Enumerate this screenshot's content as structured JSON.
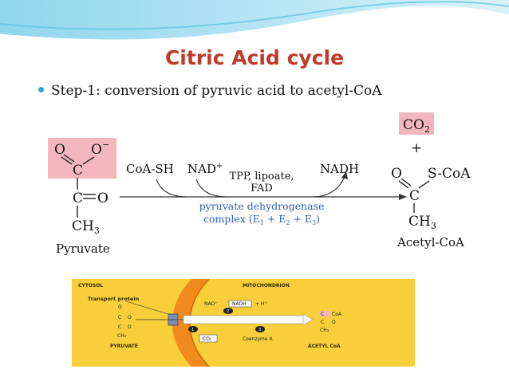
{
  "slide": {
    "title": "Citric Acid cycle",
    "bullet": "Step-1:  conversion of pyruvic acid to acetyl-CoA"
  },
  "reaction": {
    "pyruvate": {
      "o_left": "O",
      "o_right": "O",
      "o_charge": "−",
      "c_top": "C",
      "c_mid": "C",
      "o_mid": "O",
      "ch3": "CH",
      "ch3_sub": "3",
      "name": "Pyruvate"
    },
    "inputs": {
      "coa": "CoA-SH",
      "nad": "NAD",
      "nad_sup": "+"
    },
    "cofactors": [
      "TPP, lipoate,",
      "FAD"
    ],
    "output": "NADH",
    "enzyme": {
      "line1": "pyruvate dehydrogenase",
      "line2_pre": "complex (E",
      "sub1": "1",
      "plus1": " + E",
      "sub2": "2",
      "plus2": " + E",
      "sub3": "3",
      "close": ")"
    },
    "co2": {
      "label": "CO",
      "sub": "2"
    },
    "plus": "+",
    "acetyl": {
      "o": "O",
      "scoa": "S-CoA",
      "c": "C",
      "ch3": "CH",
      "ch3_sub": "3",
      "name": "Acetyl-CoA"
    }
  },
  "pathway": {
    "cytosol": "CYTOSOL",
    "mitochondrion": "MITOCHONDRION",
    "transport": "Transport protein",
    "nad": "NAD⁺",
    "nadh": "NADH",
    "h": "+ H⁺",
    "step1": "1",
    "step2": "2",
    "step3": "3",
    "co2": "CO₂",
    "coenzyme": "Coenzyme A",
    "pyruvate": "PYRUVATE",
    "acetyl": "ACETYL CoA",
    "coa": "CoA",
    "o": "O",
    "c": "C",
    "ch3": "CH₃"
  },
  "colors": {
    "title": "#c0392b",
    "highlight": "#f4b6bd",
    "enzyme_text": "#2b5fb3",
    "pathway_bg": "#f6cf3a",
    "membrane": "#f08a1c",
    "bullet": "#2aa6c8"
  }
}
